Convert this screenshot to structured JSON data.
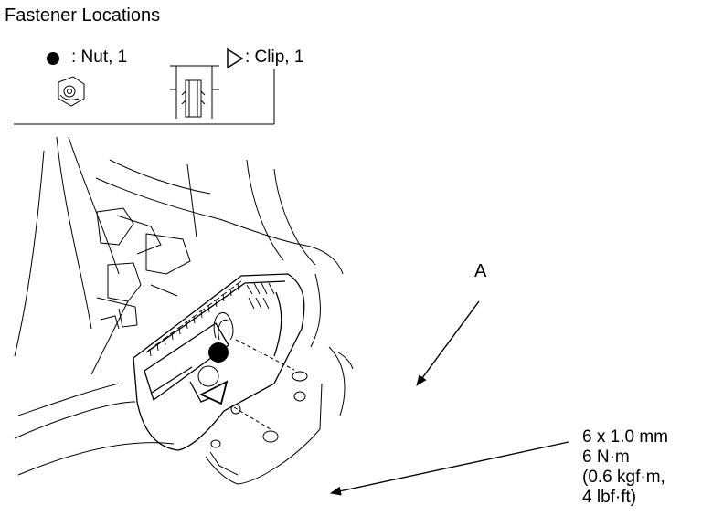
{
  "title": "Fastener Locations",
  "legend": {
    "nut_label": ": Nut, 1",
    "clip_label": ": Clip, 1"
  },
  "diagram": {
    "label_a": "A",
    "spec_lines": [
      "6 x 1.0 mm",
      "6 N·m",
      "(0.6 kgf·m,",
      "4 lbf·ft)"
    ]
  },
  "icons": [
    "nut-symbol-icon",
    "nut-part-icon",
    "clip-part-icon",
    "clip-symbol-icon",
    "arrow-icon"
  ]
}
